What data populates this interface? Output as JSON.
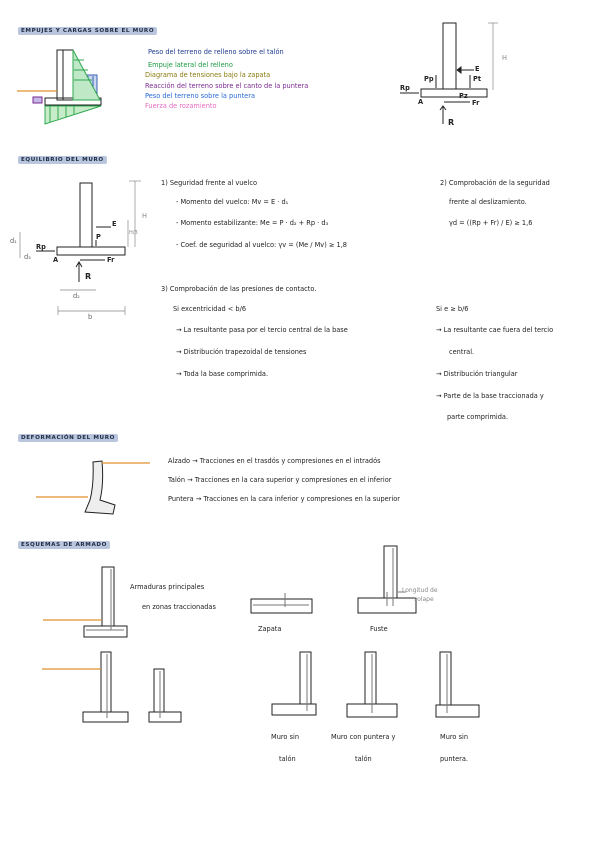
{
  "sections": {
    "s1": "EMPUJES Y CARGAS SOBRE EL MURO",
    "s2": "EQUILIBRIO DEL MURO",
    "s3": "DEFORMACIÓN DEL MURO",
    "s4": "ESQUEMAS DE ARMADO"
  },
  "legend": [
    "Peso del terreno de relleno sobre el talón",
    "Empuje lateral del relleno",
    "Diagrama de tensiones bajo la zapata",
    "Reacción del terreno sobre el canto de la puntera",
    "Peso del terreno sobre la puntera",
    "Fuerza de rozamiento"
  ],
  "diagram1": {
    "E": "E",
    "Pp": "Pp",
    "Pt": "Pt",
    "Rp": "Rp",
    "A": "A",
    "Pz": "Pz",
    "Fr": "Fr",
    "R": "R",
    "H": "H"
  },
  "diagram2": {
    "E": "E",
    "P": "P",
    "Rp": "Rp",
    "A": "A",
    "Fr": "Fr",
    "R": "R",
    "d1": "d₁",
    "d3": "d₃",
    "d2": "d₂",
    "b": "b",
    "H": "H",
    "h3": "H/3"
  },
  "equilibrio": {
    "vuelco_title": "1) Seguridad frente al vuelco",
    "vuelco_1": "- Momento del vuelco: Mv = E · d₁",
    "vuelco_2": "- Momento estabilizante: Me = P · d₂ + Rp · d₃",
    "vuelco_3": "- Coef. de seguridad al vuelco: γv = (Me / Mv) ≥ 1,8",
    "desl_title_1": "2) Comprobación de la seguridad",
    "desl_title_2": "frente al deslizamiento.",
    "desl_formula": "γd = ((Rp + Fr) / E) ≥ 1,6",
    "presion_title": "3) Comprobación de las presiones de contacto.",
    "left_cond": "Si excentricidad < b/6",
    "left_1": "→ La resultante pasa por el tercio central de la base",
    "left_2": "→ Distribución trapezoidal de tensiones",
    "left_3": "→ Toda la base comprimida.",
    "right_cond": "Si e ≥ b/6",
    "right_1": "→ La resultante cae fuera del tercio",
    "right_1b": "central.",
    "right_2": "→ Distribución triangular",
    "right_3": "→ Parte de la base traccionada y",
    "right_3b": "parte comprimida."
  },
  "deformacion": {
    "alzado": "Alzado → Tracciones en el trasdós y compresiones en el intradós",
    "talon": "Talón → Tracciones en la cara superior y compresiones en el inferior",
    "puntera": "Puntera → Tracciones en la cara inferior y compresiones en la superior"
  },
  "armado": {
    "principal_1": "Armaduras principales",
    "principal_2": "en zonas traccionadas",
    "zapata": "Zapata",
    "fuste": "Fuste",
    "solape_1": "Longitud de",
    "solape_2": "solape",
    "sin_talon_1": "Muro sin",
    "sin_talon_2": "talón",
    "con_puntera_1": "Muro con puntera y",
    "con_puntera_2": "talón",
    "sin_puntera_1": "Muro sin",
    "sin_puntera_2": "puntera."
  },
  "colors": {
    "orange": "#e0902e",
    "green": "#2fa84f",
    "blue_hatch": "#3a5fb0",
    "header_bg": "#b9c6de"
  }
}
